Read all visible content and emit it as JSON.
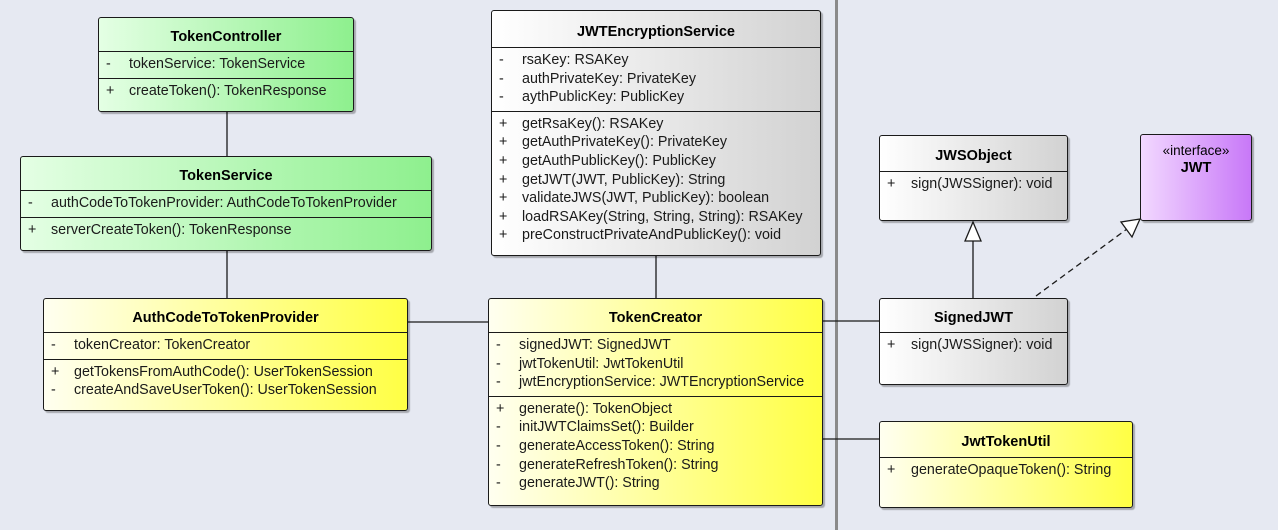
{
  "classes": {
    "token_controller": {
      "name": "TokenController",
      "attributes": [
        {
          "vis": "-",
          "text": "tokenService: TokenService"
        }
      ],
      "operations": [
        {
          "vis": "+",
          "text": "createToken(): TokenResponse"
        }
      ]
    },
    "token_service": {
      "name": "TokenService",
      "attributes": [
        {
          "vis": "-",
          "text": "authCodeToTokenProvider: AuthCodeToTokenProvider"
        }
      ],
      "operations": [
        {
          "vis": "+",
          "text": "serverCreateToken(): TokenResponse"
        }
      ]
    },
    "auth_code_provider": {
      "name": "AuthCodeToTokenProvider",
      "attributes": [
        {
          "vis": "-",
          "text": "tokenCreator: TokenCreator"
        }
      ],
      "operations": [
        {
          "vis": "+",
          "text": "getTokensFromAuthCode(): UserTokenSession"
        },
        {
          "vis": "-",
          "text": "createAndSaveUserToken(): UserTokenSession"
        }
      ]
    },
    "jwt_encryption_service": {
      "name": "JWTEncryptionService",
      "attributes": [
        {
          "vis": "-",
          "text": "rsaKey: RSAKey"
        },
        {
          "vis": "-",
          "text": "authPrivateKey: PrivateKey"
        },
        {
          "vis": "-",
          "text": "aythPublicKey: PublicKey"
        }
      ],
      "operations": [
        {
          "vis": "+",
          "text": "getRsaKey(): RSAKey"
        },
        {
          "vis": "+",
          "text": "getAuthPrivateKey(): PrivateKey"
        },
        {
          "vis": "+",
          "text": "getAuthPublicKey(): PublicKey"
        },
        {
          "vis": "+",
          "text": "getJWT(JWT, PublicKey): String"
        },
        {
          "vis": "+",
          "text": "validateJWS(JWT, PublicKey): boolean"
        },
        {
          "vis": "+",
          "text": "loadRSAKey(String, String, String): RSAKey"
        },
        {
          "vis": "+",
          "text": "preConstructPrivateAndPublicKey(): void"
        }
      ]
    },
    "token_creator": {
      "name": "TokenCreator",
      "attributes": [
        {
          "vis": "-",
          "text": "signedJWT: SignedJWT"
        },
        {
          "vis": "-",
          "text": "jwtTokenUtil: JwtTokenUtil"
        },
        {
          "vis": "-",
          "text": "jwtEncryptionService: JWTEncryptionService"
        }
      ],
      "operations": [
        {
          "vis": "+",
          "text": "generate(): TokenObject"
        },
        {
          "vis": "-",
          "text": "initJWTClaimsSet(): Builder"
        },
        {
          "vis": "-",
          "text": "generateAccessToken(): String"
        },
        {
          "vis": "-",
          "text": "generateRefreshToken(): String"
        },
        {
          "vis": "-",
          "text": "generateJWT(): String"
        }
      ]
    },
    "jws_object": {
      "name": "JWSObject",
      "operations": [
        {
          "vis": "+",
          "text": "sign(JWSSigner): void"
        }
      ]
    },
    "jwt_interface": {
      "stereotype": "«interface»",
      "name": "JWT"
    },
    "signed_jwt": {
      "name": "SignedJWT",
      "operations": [
        {
          "vis": "+",
          "text": "sign(JWSSigner): void"
        }
      ]
    },
    "jwt_token_util": {
      "name": "JwtTokenUtil",
      "operations": [
        {
          "vis": "+",
          "text": "generateOpaqueToken(): String"
        }
      ]
    }
  },
  "colors": {
    "controller_service_fill": "#8ef08e",
    "component_fill": "#ffff44",
    "library_fill": "#d2d2d2",
    "interface_fill": "#c878f8",
    "canvas_background": "#e6e9f2"
  }
}
